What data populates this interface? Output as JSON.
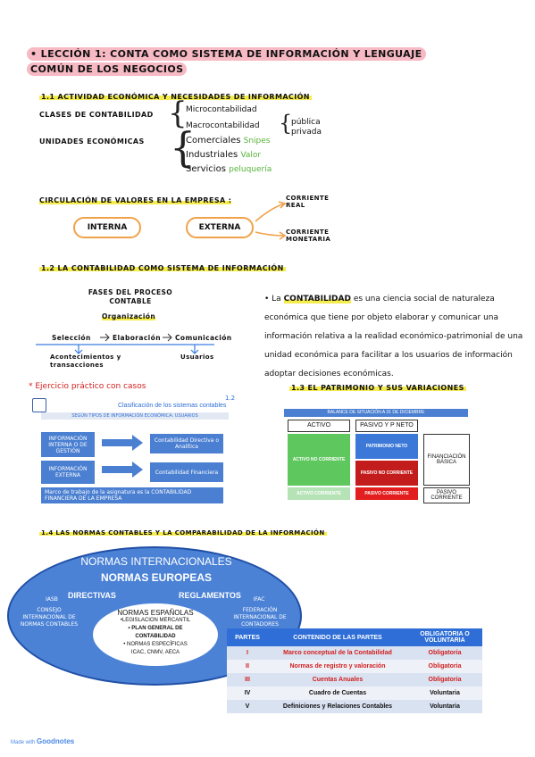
{
  "title": {
    "line1": "• LECCIÓN 1: CONTA COMO SISTEMA DE INFORMACIÓN Y LENGUAJE",
    "line2": "COMÚN DE LOS NEGOCIOS"
  },
  "s11": {
    "heading": "1.1 ACTIVIDAD ECONÓMICA Y NECESIDADES DE INFORMACIÓN",
    "clases_label": "CLASES DE CONTABILIDAD",
    "micro": "Microcontabilidad",
    "macro": "Macrocontabilidad",
    "publica": "pública",
    "privada": "privada",
    "unidades_label": "UNIDADES ECONÓMICAS",
    "comerciales": "Comerciales",
    "comerciales_ex": "Snipes",
    "industriales": "Industriales",
    "industriales_ex": "Valor",
    "servicios": "Servicios",
    "servicios_ex": "peluquería",
    "circulacion": "CIRCULACIÓN DE VALORES EN LA EMPRESA :",
    "interna": "INTERNA",
    "externa": "EXTERNA",
    "corriente_real": "CORRIENTE REAL",
    "corriente_monetaria": "CORRIENTE MONETARIA"
  },
  "s12": {
    "heading": "1.2 LA CONTABILIDAD COMO SISTEMA DE INFORMACIÓN",
    "fases": "FASES DEL PROCESO CONTABLE",
    "organizacion": "Organización",
    "seleccion": "Selección",
    "elaboracion": "Elaboración",
    "comunicacion": "Comunicación",
    "acontecimientos": "Acontecimientos y transacciones",
    "usuarios": "Usuarios",
    "def_pre": "• La ",
    "def_word": "CONTABILIDAD",
    "def_rest": " es una ciencia social de naturaleza económica que tiene por objeto elaborar y comunicar una información relativa a la realidad económico-patrimonial de una unidad económica para facilitar a los usuarios de información adoptar decisiones económicas.",
    "ejercicio": "* Ejercicio práctico con casos"
  },
  "slide": {
    "number": "1.2",
    "title": "Clasificación de los sistemas contables",
    "bar": "SEGÚN TIPOS DE INFORMACIÓN ECONÓMICA: USUARIOS",
    "box1": "INFORMACIÓN INTERNA O DE GESTIÓN",
    "box2": "INFORMACIÓN EXTERNA",
    "res1": "Contabilidad Directiva o Analítica",
    "res2": "Contabilidad Financiera",
    "footer": "Marco de trabajo de la asignatura es la CONTABILIDAD FINANCIERA DE LA EMPRESA"
  },
  "s13": {
    "heading": "1.3 EL PATRIMONIO Y SUS VARIACIONES",
    "balance_title": "BALANCE DE SITUACIÓN A 31 DE DICIEMBRE",
    "activo": "ACTIVO",
    "pasivo_pn": "PASIVO Y P NETO",
    "anc": "ACTIVO NO CORRIENTE",
    "ac": "ACTIVO CORRIENTE",
    "pn": "PATRIMONIO NETO",
    "pnc": "PASIVO NO CORRIENTE",
    "pc": "PASIVO CORRIENTE",
    "fb": "FINANCIACIÓN BÁSICA",
    "pasivo_corriente": "PASIVO CORRIENTE"
  },
  "s14": {
    "heading": "1.4 LAS NORMAS CONTABLES Y LA COMPARABILIDAD DE LA INFORMACIÓN",
    "internacionales": "NORMAS INTERNACIONALES",
    "europeas": "NORMAS EUROPEAS",
    "directivas": "DIRECTIVAS",
    "reglamentos": "REGLAMENTOS",
    "iasb": "IASB",
    "iasb_desc": "CONSEJO INTERNACIONAL DE NORMAS CONTABLES",
    "ifac": "IFAC",
    "ifac_desc": "FEDERACIÓN INTERNACIONAL DE CONTADORES",
    "espanolas": "NORMAS ESPAÑOLAS",
    "legislacion": "•LEGISLACION MERCANTIL",
    "pgc": "• PLAN GENERAL DE CONTABILIDAD",
    "especificas": "• NORMAS ESPECÍFICAS",
    "icac": "ICAC, CNMV, AECA"
  },
  "parts_table": {
    "headers": [
      "PARTES",
      "CONTENIDO DE LAS PARTES",
      "OBLIGATORIA O VOLUNTARIA"
    ],
    "rows": [
      [
        "I",
        "Marco conceptual de la Contabilidad",
        "Obligatoria"
      ],
      [
        "II",
        "Normas de registro y valoración",
        "Obligatoria"
      ],
      [
        "III",
        "Cuentas Anuales",
        "Obligatoria"
      ],
      [
        "IV",
        "Cuadro de Cuentas",
        "Voluntaria"
      ],
      [
        "V",
        "Definiciones y Relaciones Contables",
        "Voluntaria"
      ]
    ]
  },
  "footer": {
    "made_with": "Made with",
    "brand": "Goodnotes"
  },
  "colors": {
    "pink": "#f7b9c3",
    "yellow": "#f5ec50",
    "blue": "#2e6ed6",
    "orange": "#f0a24a",
    "green": "#57b33a",
    "red": "#d21e1e"
  }
}
